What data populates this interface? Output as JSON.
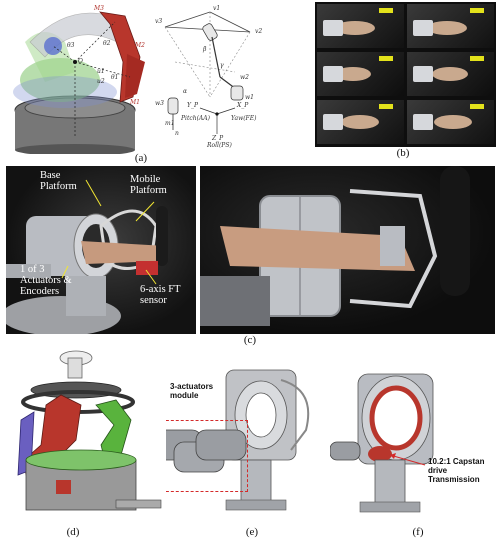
{
  "captions": {
    "a": "(a)",
    "b": "(b)",
    "c": "(c)",
    "d": "(d)",
    "e": "(e)",
    "f": "(f)"
  },
  "panel_c_labels": {
    "base_platform": "Base Platform",
    "mobile_platform": "Mobile Platform",
    "actuators": "1 of 3 Actuators & Encoders",
    "ft_sensor": "6-axis FT sensor"
  },
  "panel_e_label": "3-actuators module",
  "panel_f_label": "10.2:1 Capstan drive Transmission",
  "diagram_symbols": {
    "m3": "M3",
    "m2": "M2",
    "m1": "M1",
    "pitch": "Pitch(AA)",
    "yaw": "Yaw(FE)",
    "roll": "Roll(PS)",
    "yp": "Y_P",
    "xp": "X_P",
    "zp": "Z_P",
    "o": "O",
    "theta2": "θ2",
    "theta3": "θ3",
    "theta1": "θ1",
    "u1": "u1",
    "u2": "u2",
    "w1": "w1",
    "w2": "w2",
    "w3": "w3",
    "v1": "v1",
    "v2": "v2",
    "v3": "v3",
    "beta": "β",
    "alpha": "α",
    "gamma": "γ",
    "n": "n",
    "m1_lower": "m1"
  },
  "colors": {
    "link_red": "#b8362c",
    "link_green": "#59b33d",
    "caption": "#111111",
    "photo_dark": "#1a1a1a",
    "metal": "#b9bcc2",
    "callout_red": "#d42a2a"
  }
}
